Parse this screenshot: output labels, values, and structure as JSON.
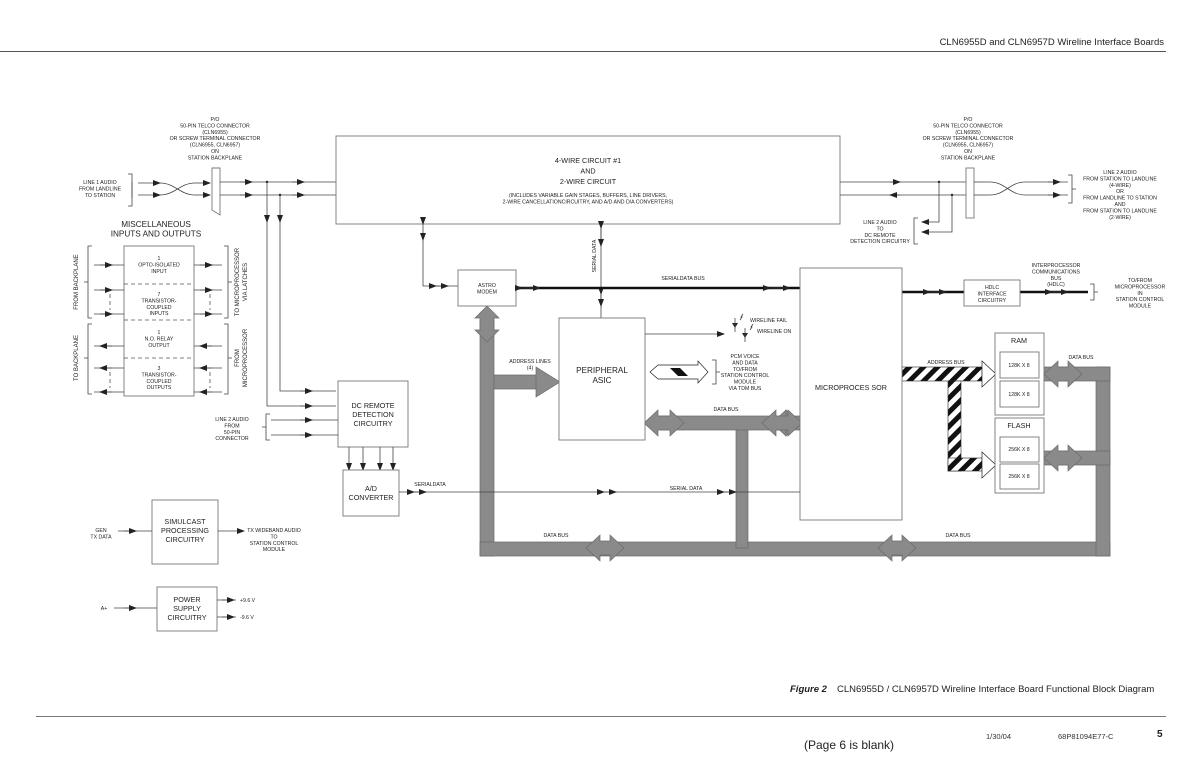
{
  "header": {
    "title": "CLN6955D and CLN6957D Wireline Interface Boards"
  },
  "caption": {
    "figure_label": "Figure 2",
    "text": "CLN6955D / CLN6957D Wireline Interface Board Functional Block Diagram"
  },
  "footer": {
    "date": "1/30/04",
    "doc_number": "68P81094E77-C",
    "page": "5",
    "note": "(Page 6 is blank)"
  },
  "diagram": {
    "connector_left": [
      "P/O",
      "50-PIN TELCO  CONNECTOR",
      "(CLN6955)",
      "OR SCREW TERMINAL CONNECTOR",
      "(CLN6955, CLN6957)",
      "ON",
      "STATION BACKPLANE"
    ],
    "connector_right": [
      "P/O",
      "50-PIN TELCO  CONNECTOR",
      "(CLN6955)",
      "OR SCREW TERMINAL CONNECTOR",
      "(CLN6955, CLN6957)",
      "ON",
      "STATION BACKPLANE"
    ],
    "line1_audio": [
      "LINE 1 AUDIO",
      "FROM  LANDLINE",
      "TO STATION"
    ],
    "line2_audio_right": [
      "LINE 2 AUDIO",
      "FROM STATION TO LANDLINE",
      "(4-WIRE)",
      "OR",
      "FROM LANDLINE TO STATION",
      "AND",
      "FROM STATION TO LANDLINE",
      "(2-WIRE)"
    ],
    "line2_to_dc": [
      "LINE 2 AUDIO",
      "TO",
      "DC REMOTE",
      "DETECTION CIRCUITRY"
    ],
    "four_wire": {
      "line1": "4-WIRE   CIRCUIT #1",
      "line2": "AND",
      "line3": "2-WIRE CIRCUIT",
      "note1": "(INCLUDES VARIABLE GAIN STAGES, BUFFERS, LINE DRIVERS,",
      "note2": "2-WIRE CANCELLATIONCIRCUITRY, AND A/D AND D/A CONVERTERS)"
    },
    "misc": {
      "title1": "MISCELLANEOUS",
      "title2": "INPUTS AND OUTPUTS",
      "from_backplane": "FROM BACKPLANE",
      "to_backplane": "TO BACKPLANE",
      "to_micro": [
        "TO MICROPROCESSOR",
        "VIA LATCHES"
      ],
      "from_micro": [
        "FROM",
        "MICROPROCESSOR"
      ],
      "sections": [
        [
          "1",
          "OPTO-ISOLATED",
          "INPUT"
        ],
        [
          "7",
          "TRANSISTOR-",
          "COUPLED",
          "INPUTS"
        ],
        [
          "1",
          "N.O. RELAY",
          "OUTPUT"
        ],
        [
          "3",
          "TRANSISTOR-",
          "COUPLED",
          "OUTPUTS"
        ]
      ]
    },
    "astro_modem": [
      "ASTRO",
      "MODEM"
    ],
    "serial_data_vertical": "SERIAL DATA",
    "serial_data_bus": "SERIALDATA BUS",
    "hdlc": [
      "HDLC",
      "INTERFACE",
      "CIRCUITRY"
    ],
    "interprocessor": [
      "INTERPROCESSOR",
      "COMMUNICATIONS",
      "BUS",
      "(HDLC)"
    ],
    "to_from_micro": [
      "TO/FROM",
      "MICROPROCESSOR",
      "IN",
      "STATION CONTROL",
      "MODULE"
    ],
    "peripheral_asic": [
      "PERIPHERAL",
      "ASIC"
    ],
    "address_lines": [
      "ADDRESS LINES",
      "(4)"
    ],
    "wireline_fail": "WIRELINE FAIL",
    "wireline_on": "WIRELINE ON",
    "pcm_voice": [
      "PCM VOICE",
      "AND DATA",
      "TO/FROM",
      "STATION CONTROL",
      "MODULE",
      "VIA TDM BUS"
    ],
    "microprocessor": "MICROPROCES SOR",
    "address_bus": "ADDRESS BUS",
    "data_bus": "DATA  BUS",
    "data_bus_mid": "DATA  BUS",
    "data_bus_bottom_left": "DATA  BUS",
    "data_bus_bottom_right": "DATA  BUS",
    "ram": {
      "title": "RAM",
      "chips": [
        "128K X 8",
        "128K X 8"
      ]
    },
    "flash": {
      "title": "FLASH",
      "chips": [
        "256K X 8",
        "256K X 8"
      ]
    },
    "dc_remote": [
      "DC REMOTE",
      "DETECTION",
      "CIRCUITRY"
    ],
    "line2_from_50pin": [
      "LINE 2 AUDIO",
      "FROM",
      "50-PIN",
      "CONNECTOR"
    ],
    "ad_converter": [
      "A/D",
      "CONVERTER"
    ],
    "serialdata_short": "SERIALDATA",
    "serial_data_long": "SERIAL DATA",
    "simulcast": [
      "SIMULCAST",
      "PROCESSING",
      "CIRCUITRY"
    ],
    "gen_tx": [
      "GEN",
      "TX DATA"
    ],
    "tx_wideband": [
      "TX WIDEBAND AUDIO",
      "TO",
      "STATION CONTROL",
      "MODULE"
    ],
    "power_supply": [
      "POWER",
      "SUPPLY",
      "CIRCUITRY"
    ],
    "a_plus": "A+",
    "v_plus": "+9.6 V",
    "v_minus": "-9.6 V"
  }
}
